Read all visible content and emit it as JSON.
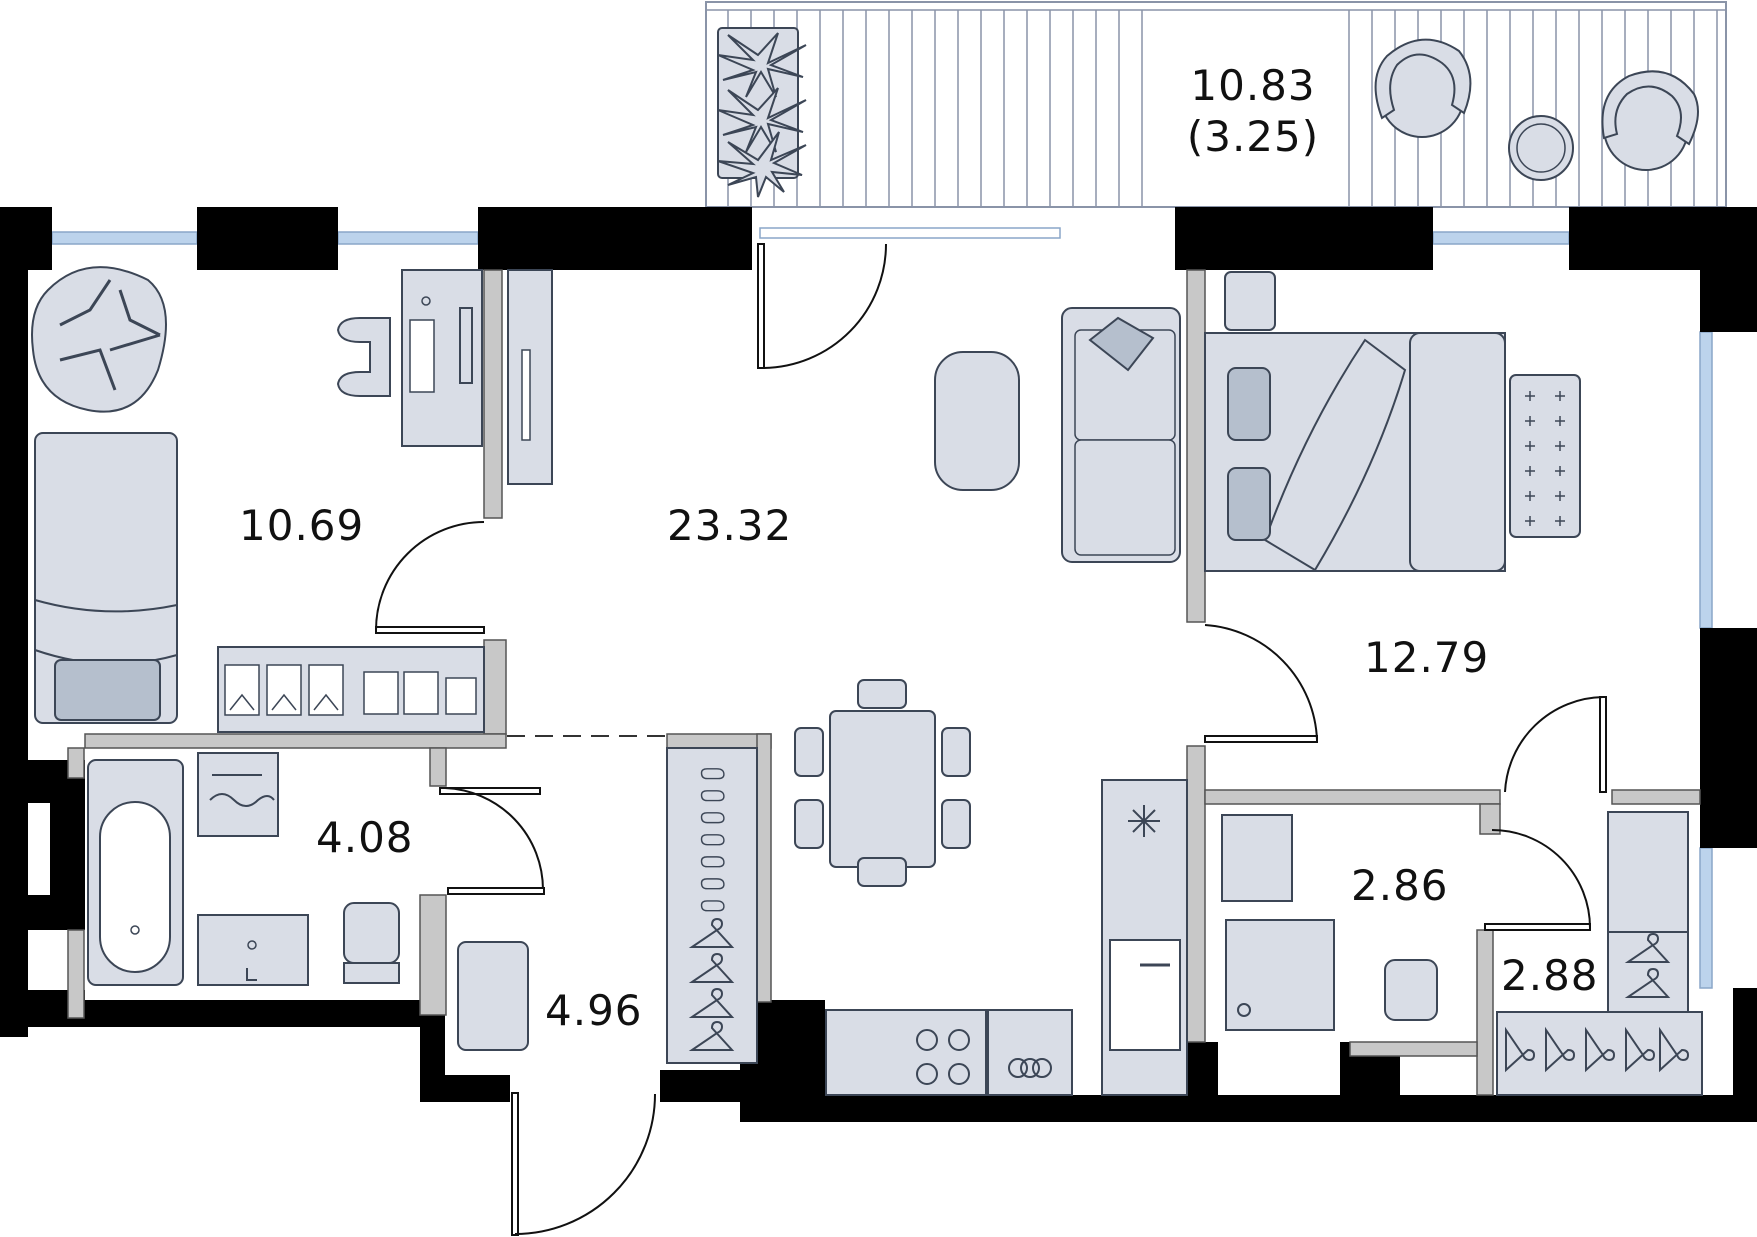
{
  "rooms": [
    {
      "id": "bedroom-small",
      "area": "10.69"
    },
    {
      "id": "living-kitchen",
      "area": "23.32"
    },
    {
      "id": "bedroom-large",
      "area": "12.79"
    },
    {
      "id": "bathroom",
      "area": "4.08"
    },
    {
      "id": "hallway",
      "area": "4.96"
    },
    {
      "id": "shower-room",
      "area": "2.86"
    },
    {
      "id": "wardrobe",
      "area": "2.88"
    }
  ],
  "balcony": {
    "area": "10.83",
    "reduced_area": "(3.25)"
  },
  "colors": {
    "wall": "#000000",
    "furniture_fill": "#d9dde6",
    "furniture_stroke": "#3c4656",
    "window": "#bcd3ec",
    "partition": "#c8c8c8",
    "text": "#111111"
  },
  "icons": [
    "armchair-icon",
    "desk-icon",
    "monitor-icon",
    "office-chair-icon",
    "bed-icon",
    "sofa-icon",
    "pouf-icon",
    "dining-table-icon",
    "chair-icon",
    "bathtub-icon",
    "washing-machine-icon",
    "sink-icon",
    "toilet-icon",
    "shower-tray-icon",
    "fridge-icon",
    "stove-icon",
    "oven-icon",
    "coat-hanger-icon",
    "shoe-rack-icon",
    "plant-icon",
    "round-table-icon",
    "door-arc-icon"
  ]
}
